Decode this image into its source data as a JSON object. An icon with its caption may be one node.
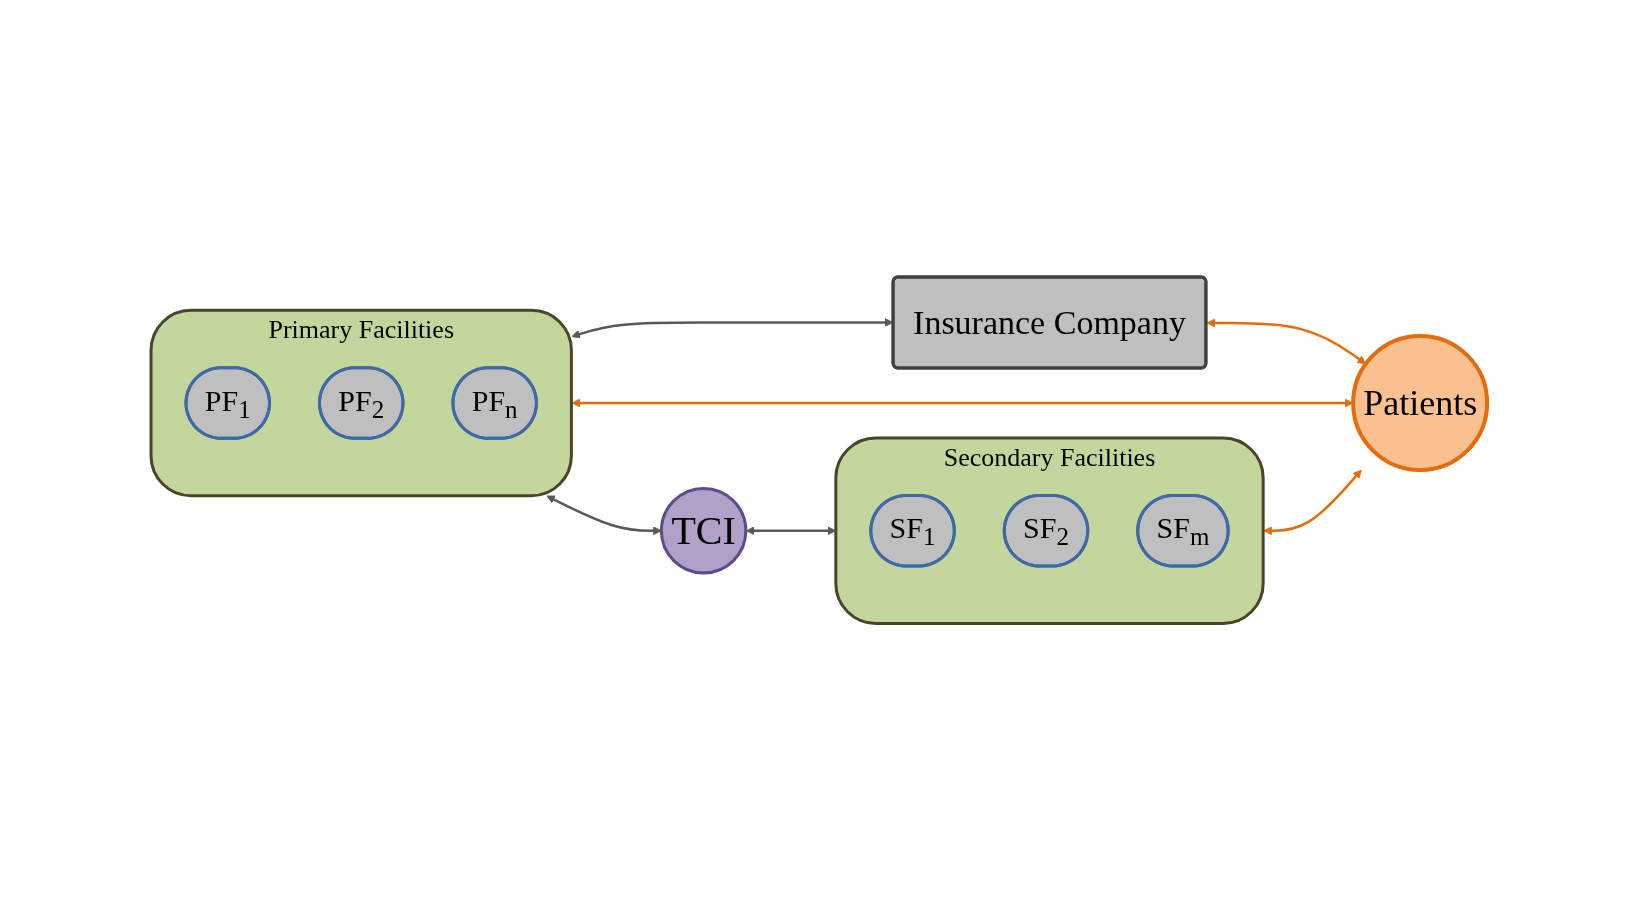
{
  "diagram": {
    "nodes": [
      {
        "text": [
          "Primary Facilities"
        ]
      },
      {
        "text": [
          "PF$_{1}$"
        ],
        "in": 0
      },
      {
        "text": [
          "PF$_{2}$"
        ],
        "in": 0
      },
      {
        "text": [
          "PF$_{n}$"
        ],
        "in": 0
      },
      {
        "text": [
          "Secondary Facilities"
        ]
      },
      {
        "text": [
          "SF$_{1}$"
        ],
        "in": 4
      },
      {
        "text": [
          "SF$_{2}$"
        ],
        "in": 4
      },
      {
        "text": [
          "SF$_{m}$"
        ],
        "in": 4
      },
      {
        "text": [
          "TCI"
        ]
      },
      {
        "text": [
          "Insurance Company"
        ]
      },
      {
        "text": [
          "Patients"
        ]
      }
    ],
    "edges": [
      {
        "from": 0,
        "to": 8,
        "arrow": "both"
      },
      {
        "from": 8,
        "to": 4,
        "arrow": "both"
      },
      {
        "from": 0,
        "to": 10,
        "arrow": "both",
        "color": "#e46c0a"
      },
      {
        "from": 4,
        "to": 10,
        "arrow": "both",
        "color": "#e46c0a"
      },
      {
        "from": 0,
        "to": 9,
        "arrow": "both"
      },
      {
        "from": 9,
        "to": 10,
        "arrow": "both",
        "color": "#e46c0a"
      }
    ]
  }
}
